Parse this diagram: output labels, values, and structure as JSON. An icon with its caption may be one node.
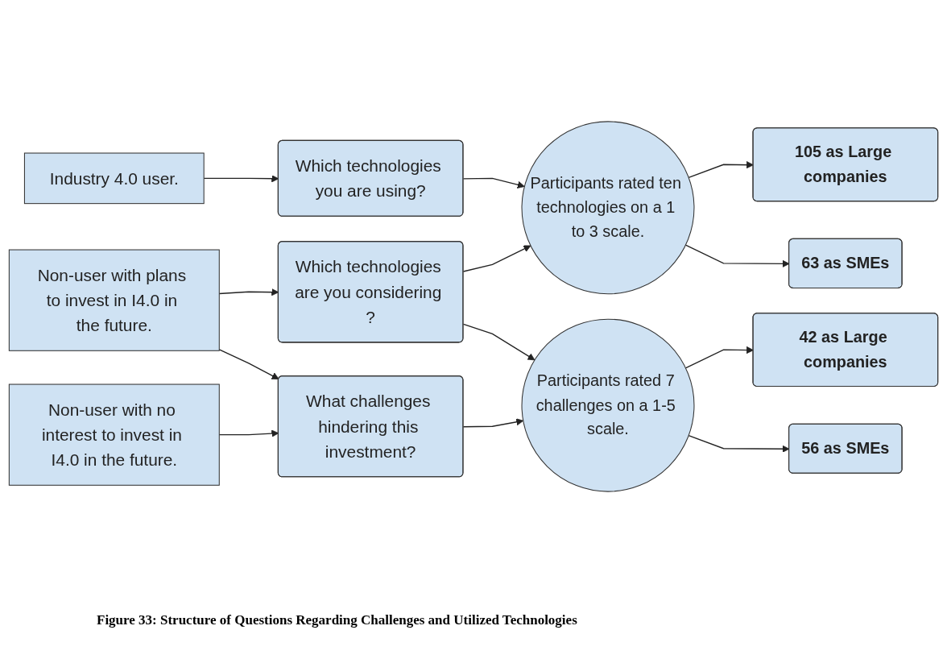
{
  "diagram": {
    "caption": "Figure 33: Structure of Questions Regarding Challenges and Utilized Technologies",
    "nodes": [
      {
        "text": [
          "Industry 4.0 user."
        ]
      },
      {
        "text": [
          "Non-user with plans to invest in I4.0 in the future."
        ]
      },
      {
        "text": [
          "Non-user with no interest to invest in I4.0 in the future."
        ]
      },
      {
        "text": [
          "Which technologies you are using?"
        ]
      },
      {
        "text": [
          "Which technologies are you considering ?"
        ]
      },
      {
        "text": [
          "What challenges hindering this investment?"
        ]
      },
      {
        "text": [
          "Participants rated ten technologies on a 1 to 3 scale."
        ]
      },
      {
        "text": [
          "Participants rated 7 challenges on a 1-5 scale."
        ]
      },
      {
        "text": [
          "105 as Large companies"
        ]
      },
      {
        "text": [
          "63 as SMEs"
        ]
      },
      {
        "text": [
          "42 as Large companies"
        ]
      },
      {
        "text": [
          "56 as SMEs"
        ]
      }
    ],
    "edges": [
      {
        "from": 0,
        "to": 3,
        "arrow": "to"
      },
      {
        "from": 1,
        "to": 4,
        "arrow": "to"
      },
      {
        "from": 1,
        "to": 5,
        "arrow": "to"
      },
      {
        "from": 2,
        "to": 5,
        "arrow": "to"
      },
      {
        "from": 3,
        "to": 6,
        "arrow": "to"
      },
      {
        "from": 4,
        "to": 6,
        "arrow": "to"
      },
      {
        "from": 4,
        "to": 7,
        "arrow": "to"
      },
      {
        "from": 5,
        "to": 7,
        "arrow": "to"
      },
      {
        "from": 6,
        "to": 8,
        "arrow": "to"
      },
      {
        "from": 6,
        "to": 9,
        "arrow": "to"
      },
      {
        "from": 7,
        "to": 10,
        "arrow": "to"
      },
      {
        "from": 7,
        "to": 11,
        "arrow": "to"
      }
    ]
  }
}
